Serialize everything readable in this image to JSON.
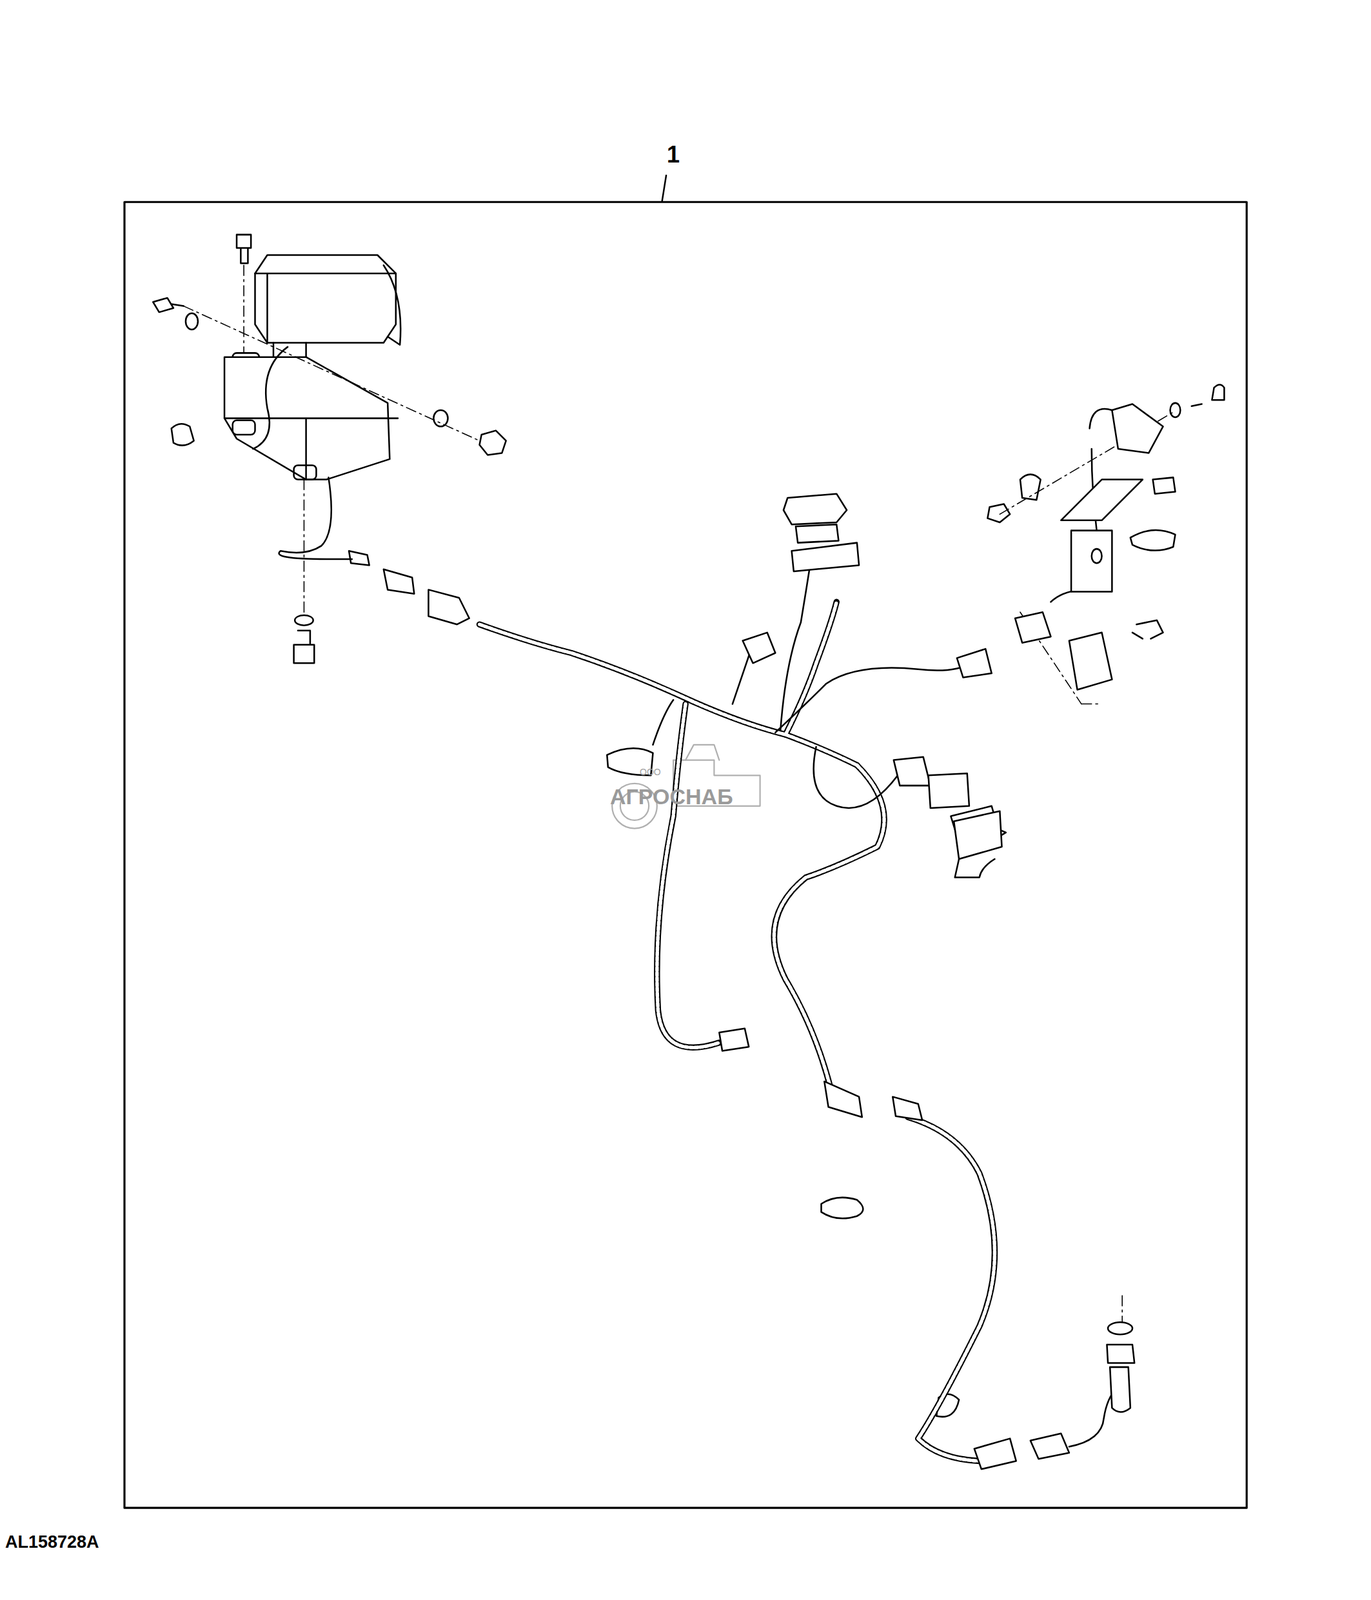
{
  "diagram": {
    "labels": [
      "1",
      "ООО",
      "АГРОСНАБ",
      "AL158728A"
    ]
  }
}
